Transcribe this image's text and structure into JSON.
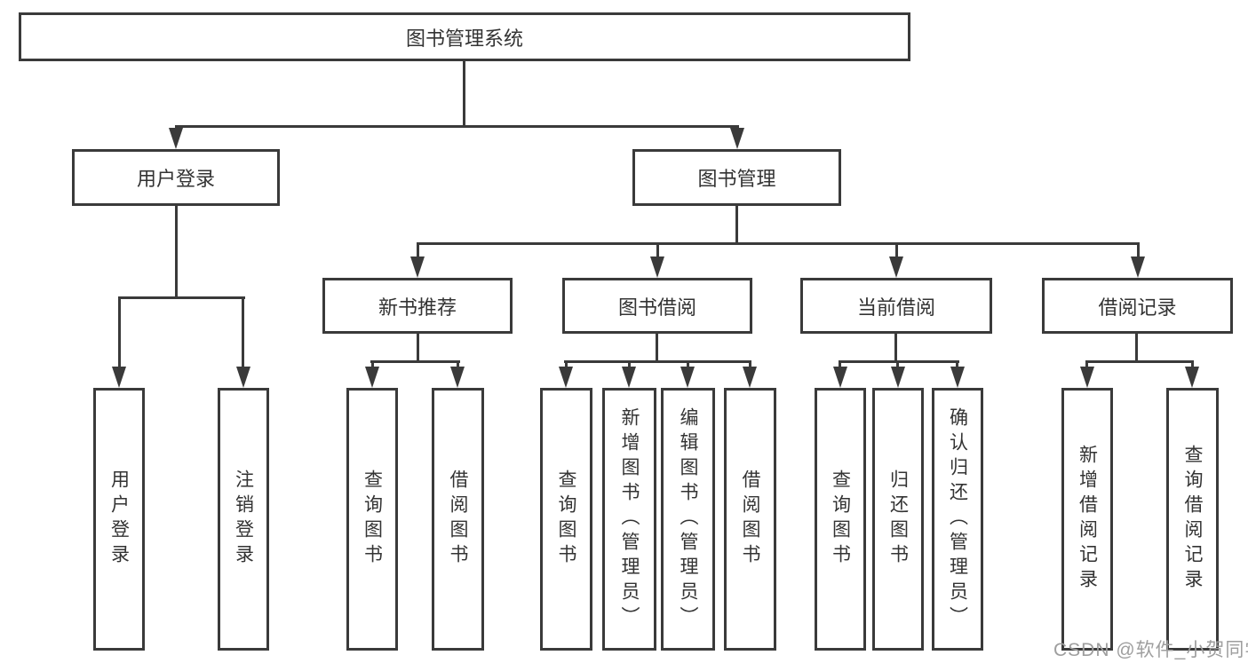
{
  "nodes": {
    "root": {
      "label": "图书管理系统"
    },
    "user_login": {
      "label": "用户登录"
    },
    "book_mgmt": {
      "label": "图书管理"
    },
    "ul_login": {
      "label": "用户登录"
    },
    "ul_logout": {
      "label": "注销登录"
    },
    "new_rec": {
      "label": "新书推荐"
    },
    "borrow": {
      "label": "图书借阅"
    },
    "current": {
      "label": "当前借阅"
    },
    "records": {
      "label": "借阅记录"
    },
    "nr_query": {
      "label": "查询图书"
    },
    "nr_borrow": {
      "label": "借阅图书"
    },
    "bw_query": {
      "label": "查询图书"
    },
    "bw_add": {
      "label": "新增图书（管理员）"
    },
    "bw_edit": {
      "label": "编辑图书（管理员）"
    },
    "bw_borrow": {
      "label": "借阅图书"
    },
    "cu_query": {
      "label": "查询图书"
    },
    "cu_return": {
      "label": "归还图书"
    },
    "cu_confirm": {
      "label": "确认归还（管理员）"
    },
    "rc_add": {
      "label": "新增借阅记录"
    },
    "rc_query": {
      "label": "查询借阅记录"
    }
  },
  "tree": {
    "root": "图书管理系统",
    "children": [
      {
        "label": "用户登录",
        "children": [
          "用户登录",
          "注销登录"
        ]
      },
      {
        "label": "图书管理",
        "children": [
          {
            "label": "新书推荐",
            "children": [
              "查询图书",
              "借阅图书"
            ]
          },
          {
            "label": "图书借阅",
            "children": [
              "查询图书",
              "新增图书（管理员）",
              "编辑图书（管理员）",
              "借阅图书"
            ]
          },
          {
            "label": "当前借阅",
            "children": [
              "查询图书",
              "归还图书",
              "确认归还（管理员）"
            ]
          },
          {
            "label": "借阅记录",
            "children": [
              "新增借阅记录",
              "查询借阅记录"
            ]
          }
        ]
      }
    ]
  },
  "watermark": {
    "text": "CSDN @软件_小贺同学"
  },
  "colors": {
    "line": "#3a3a3a",
    "text": "#333333",
    "background": "#ffffff",
    "watermark": "#9e9e9e"
  }
}
